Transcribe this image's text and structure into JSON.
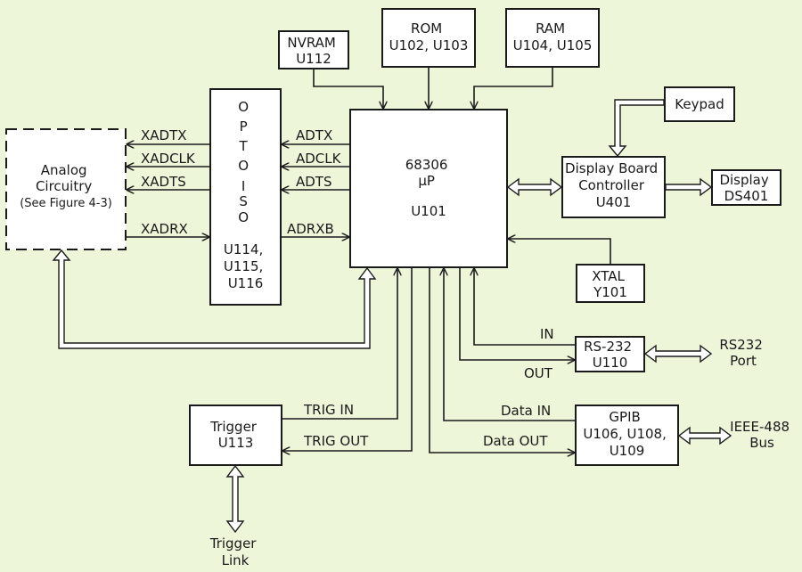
{
  "blocks": {
    "nvram": [
      "NVRAM",
      "U112"
    ],
    "rom": [
      "ROM",
      "U102, U103"
    ],
    "ram": [
      "RAM",
      "U104, U105"
    ],
    "keypad": [
      "Keypad"
    ],
    "analog": [
      "Analog",
      "Circuitry",
      "(See Figure 4-3)"
    ],
    "opto": [
      "O",
      "P",
      "T",
      "O",
      "",
      "I",
      "S",
      "O",
      "",
      "U114,",
      "U115,",
      "U116"
    ],
    "cpu": [
      "68306",
      "µP",
      "",
      "U101"
    ],
    "display_ctrl": [
      "Display Board",
      "Controller",
      "U401"
    ],
    "display": [
      "Display",
      "DS401"
    ],
    "xtal": [
      "XTAL",
      "Y101"
    ],
    "rs232": [
      "RS-232",
      "U110"
    ],
    "gpib": [
      "GPIB",
      "U106, U108,",
      "U109"
    ],
    "trigger": [
      "Trigger",
      "U113"
    ]
  },
  "signals": {
    "xadtx": "XADTX",
    "xadclk": "XADCLK",
    "xadts": "XADTS",
    "xadrx": "XADRX",
    "adtx": "ADTX",
    "adclk": "ADCLK",
    "adts": "ADTS",
    "adrxb": "ADRXB",
    "in": "IN",
    "out": "OUT",
    "trig_in": "TRIG IN",
    "trig_out": "TRIG OUT",
    "data_in": "Data IN",
    "data_out": "Data OUT"
  },
  "ports": {
    "rs232_port": [
      "RS232",
      "Port"
    ],
    "ieee_bus": [
      "IEEE-488",
      "Bus"
    ],
    "trigger_link": [
      "Trigger",
      "Link"
    ]
  },
  "colors": {
    "background": "#eef6d9",
    "ink": "#1a1a1a",
    "fill": "#ffffff"
  }
}
